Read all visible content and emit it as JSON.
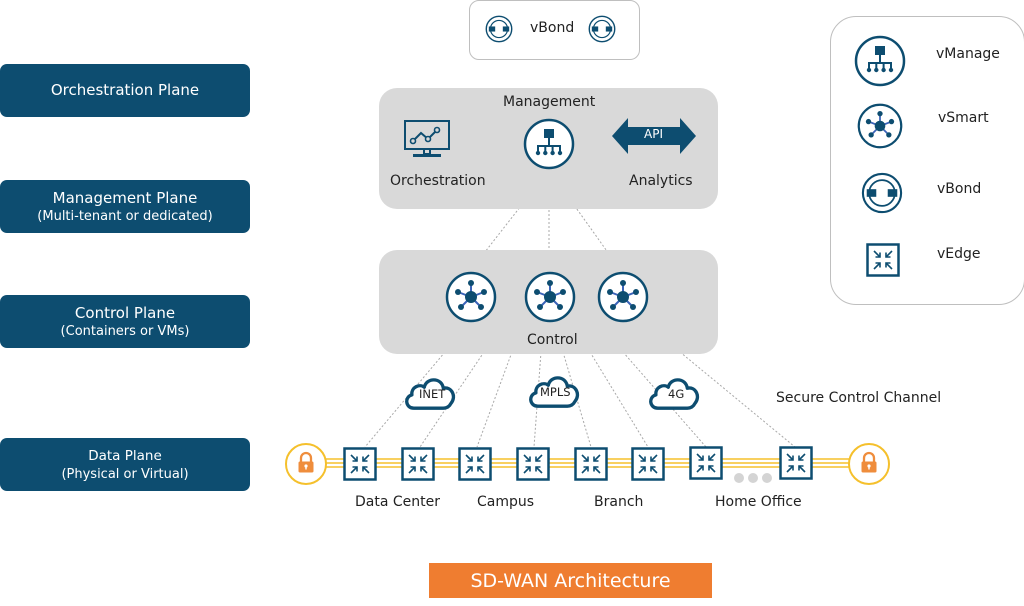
{
  "colors": {
    "primary": "#0d4d70",
    "panel": "#d9d9d9",
    "accent_orange": "#ef7d30",
    "link_yellow": "#f5c02c",
    "smart_link_blue": "#3b63b8"
  },
  "planes": [
    {
      "title": "Orchestration Plane",
      "subtitle": ""
    },
    {
      "title": "Management Plane",
      "subtitle": "(Multi-tenant or dedicated)"
    },
    {
      "title": "Control Plane",
      "subtitle": "(Containers or VMs)"
    },
    {
      "title": "Data Plane",
      "subtitle": "(Physical or Virtual)"
    }
  ],
  "vbond_box": {
    "label": "vBond",
    "icons": [
      "vbond-icon",
      "vbond-icon"
    ]
  },
  "management_panel": {
    "title": "Management",
    "left": {
      "label": "Orchestration",
      "icon": "monitor-chart-icon"
    },
    "center": {
      "icon": "vmanage-icon"
    },
    "right": {
      "label": "Analytics",
      "badge": "API",
      "icon": "double-arrow-icon"
    }
  },
  "control_panel": {
    "title": "Control",
    "nodes": [
      "vsmart-icon",
      "vsmart-icon",
      "vsmart-icon"
    ]
  },
  "transports": [
    {
      "label": "INET",
      "icon": "cloud-icon"
    },
    {
      "label": "MPLS",
      "icon": "cloud-icon"
    },
    {
      "label": "4G",
      "icon": "cloud-icon"
    }
  ],
  "secure_channel_label": "Secure Control Channel",
  "sites": [
    {
      "label": "Data Center",
      "edges": 2
    },
    {
      "label": "Campus",
      "edges": 2
    },
    {
      "label": "Branch",
      "edges": 2
    },
    {
      "label": "Home Office",
      "edges": 2
    }
  ],
  "legend": [
    {
      "label": "vManage",
      "icon": "vmanage-icon"
    },
    {
      "label": "vSmart",
      "icon": "vsmart-icon"
    },
    {
      "label": "vBond",
      "icon": "vbond-icon"
    },
    {
      "label": "vEdge",
      "icon": "vedge-icon"
    }
  ],
  "footer_title": "SD-WAN Architecture"
}
